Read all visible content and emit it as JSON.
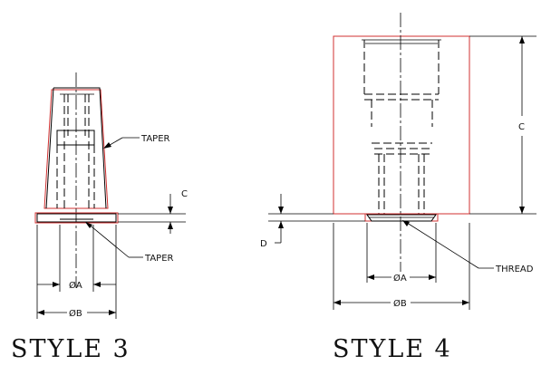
{
  "style3": {
    "taper_top": "TAPER",
    "taper_bottom": "TAPER",
    "dim_c": "C",
    "dim_a": "ØA",
    "dim_b": "ØB"
  },
  "style4": {
    "dim_c": "C",
    "dim_d": "D",
    "thread": "THREAD",
    "dim_a": "ØA",
    "dim_b": "ØB"
  },
  "captions": {
    "style3": "STYLE 3",
    "style4": "STYLE 4"
  },
  "colors": {
    "outline_accent": "#d03030",
    "line": "#000000",
    "background": "#ffffff"
  }
}
